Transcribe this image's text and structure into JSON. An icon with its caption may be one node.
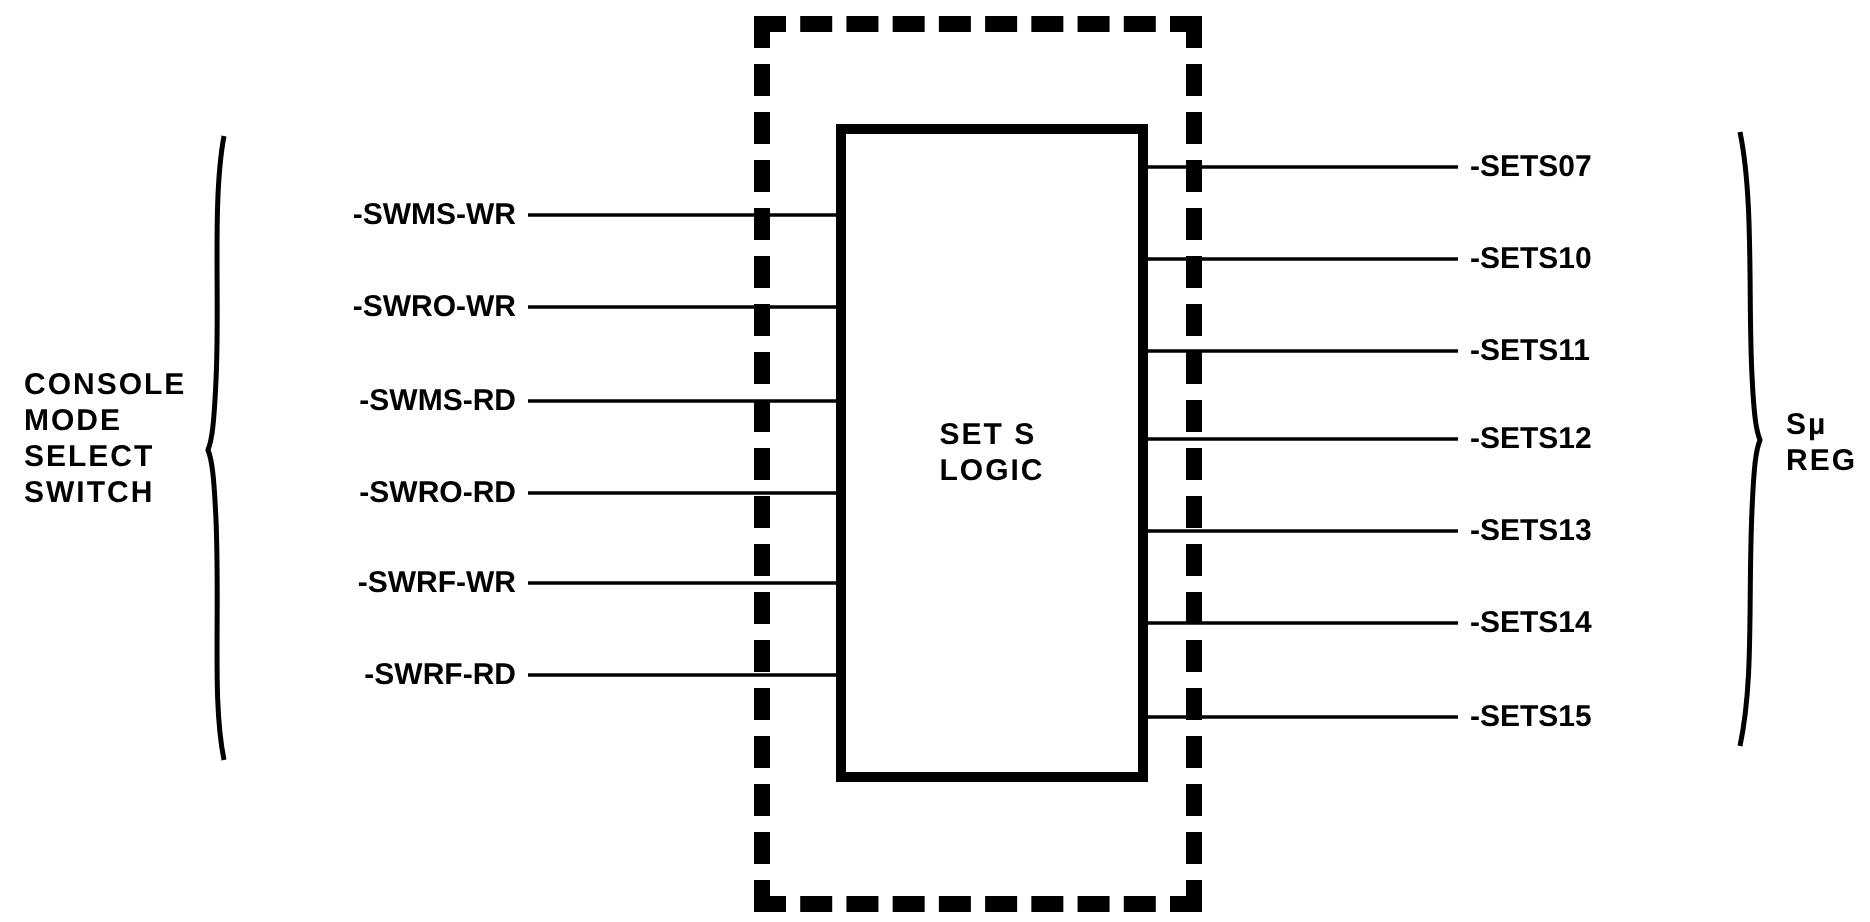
{
  "diagram": {
    "nodes": [
      {
        "text": [],
        "shape": "box"
      },
      {
        "text": [
          "SET S LOGIC"
        ],
        "in": 0
      },
      {
        "text": [
          "-SWMS-WR"
        ]
      },
      {
        "text": [
          "-SWRO-WR"
        ]
      },
      {
        "text": [
          "-SWMS-RD"
        ]
      },
      {
        "text": [
          "-SWRO-RD"
        ]
      },
      {
        "text": [
          "-SWRF-WR"
        ]
      },
      {
        "text": [
          "-SWRF-RD"
        ]
      },
      {
        "text": [
          "-SETS07"
        ]
      },
      {
        "text": [
          "-SETS10"
        ]
      },
      {
        "text": [
          "-SETS11"
        ]
      },
      {
        "text": [
          "-SETS12"
        ]
      },
      {
        "text": [
          "-SETS13"
        ]
      },
      {
        "text": [
          "-SETS14"
        ]
      },
      {
        "text": [
          "-SETS15"
        ]
      }
    ],
    "edges": [
      {
        "from": 2,
        "to": 1,
        "arrow": "none"
      },
      {
        "from": 3,
        "to": 1,
        "arrow": "none"
      },
      {
        "from": 4,
        "to": 1,
        "arrow": "none"
      },
      {
        "from": 5,
        "to": 1,
        "arrow": "none"
      },
      {
        "from": 6,
        "to": 1,
        "arrow": "none"
      },
      {
        "from": 7,
        "to": 1,
        "arrow": "none"
      },
      {
        "from": 1,
        "to": 8,
        "arrow": "none"
      },
      {
        "from": 1,
        "to": 9,
        "arrow": "none"
      },
      {
        "from": 1,
        "to": 10,
        "arrow": "none"
      },
      {
        "from": 1,
        "to": 11,
        "arrow": "none"
      },
      {
        "from": 1,
        "to": 12,
        "arrow": "none"
      },
      {
        "from": 1,
        "to": 13,
        "arrow": "none"
      },
      {
        "from": 1,
        "to": 14,
        "arrow": "none"
      }
    ],
    "labels": [
      "CONSOLE MODE SELECT SWITCH",
      "Sµ REG"
    ]
  }
}
